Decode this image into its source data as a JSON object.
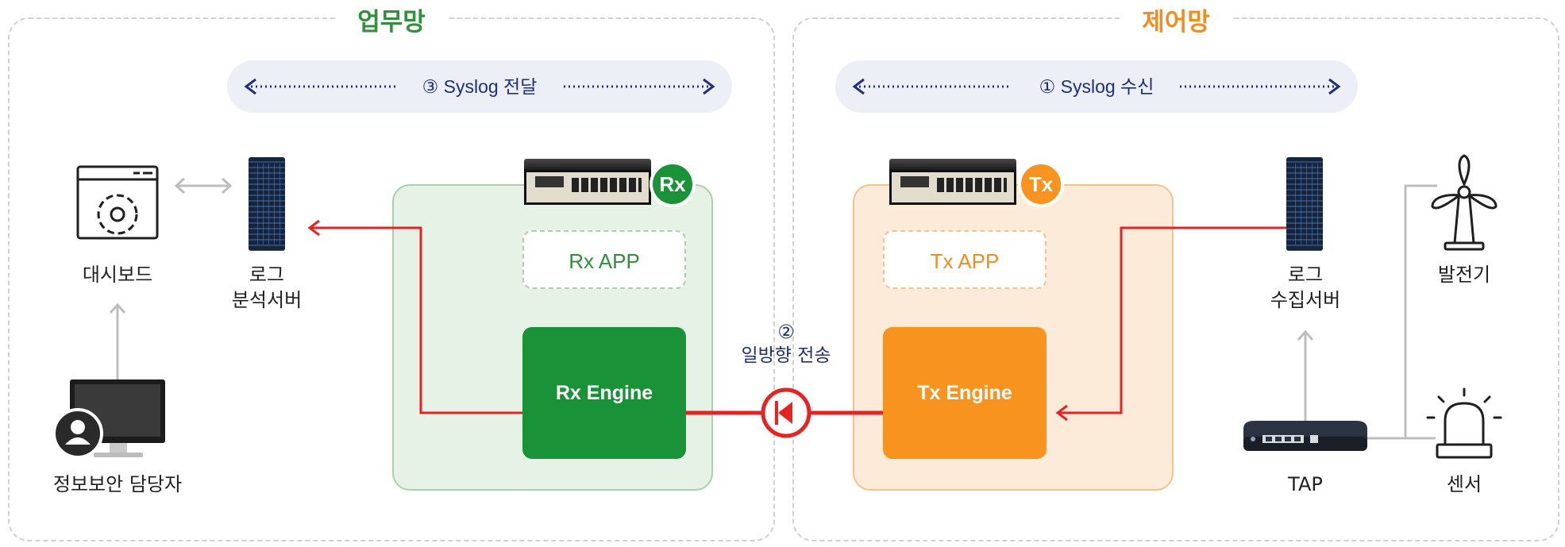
{
  "zones": {
    "business": {
      "title": "업무망",
      "color": "#2f8f3a"
    },
    "control": {
      "title": "제어망",
      "color": "#f28c1e"
    }
  },
  "flows": {
    "syslog_forward": "③ Syslog 전달",
    "syslog_receive": "① Syslog 수신",
    "one_way_line1": "②",
    "one_way_line2": "일방향 전송"
  },
  "rx": {
    "badge": "Rx",
    "app_label": "Rx APP",
    "engine_label": "Rx Engine",
    "color": "#1a9238"
  },
  "tx": {
    "badge": "Tx",
    "app_label": "Tx APP",
    "engine_label": "Tx Engine",
    "color": "#f7931e"
  },
  "nodes": {
    "dashboard": "대시보드",
    "log_analysis_line1": "로그",
    "log_analysis_line2": "분석서버",
    "security_officer": "정보보안 담당자",
    "log_collect_line1": "로그",
    "log_collect_line2": "수집서버",
    "generator": "발전기",
    "tap": "TAP",
    "sensor": "센서"
  },
  "colors": {
    "flow_red": "#e62323",
    "navy": "#1e2f7d",
    "gray_arrow": "#bdbdbd"
  },
  "icons": [
    "gear-window-icon",
    "server-rack-icon",
    "monitor-user-icon",
    "wind-turbine-icon",
    "network-tap-icon",
    "alarm-siren-icon",
    "diode-icon"
  ]
}
